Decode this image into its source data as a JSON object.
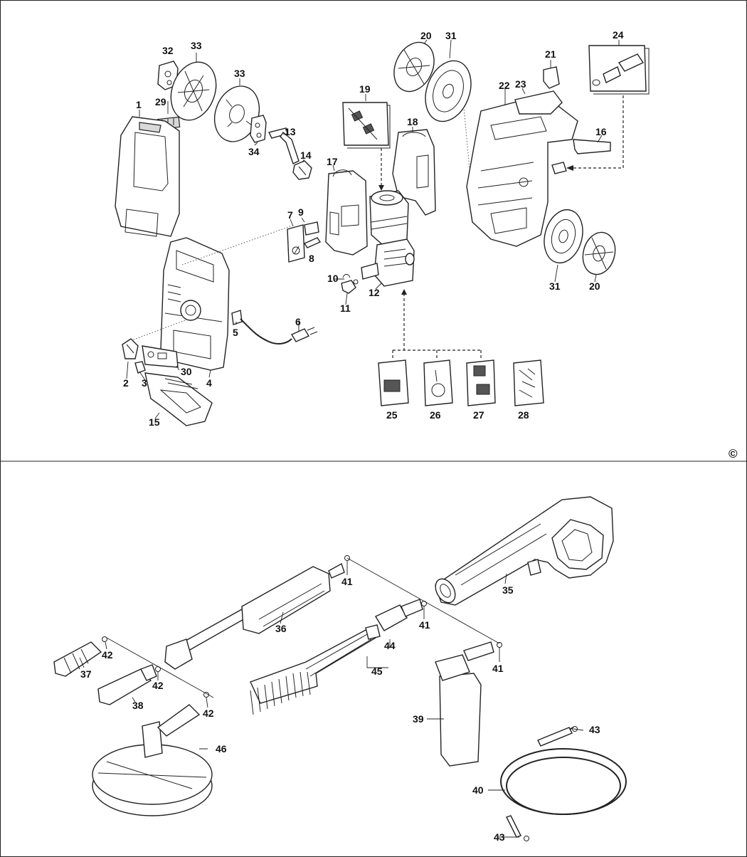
{
  "copyright_symbol": "©",
  "upper_labels": {
    "p1": "1",
    "p2": "2",
    "p3": "3",
    "p4": "4",
    "p5": "5",
    "p6": "6",
    "p7": "7",
    "p8": "8",
    "p9": "9",
    "p10": "10",
    "p11": "11",
    "p12": "12",
    "p13": "13",
    "p14": "14",
    "p15": "15",
    "p16": "16",
    "p17": "17",
    "p18": "18",
    "p19": "19",
    "p20a": "20",
    "p20b": "20",
    "p21": "21",
    "p22": "22",
    "p23": "23",
    "p24": "24",
    "p25": "25",
    "p26": "26",
    "p27": "27",
    "p28": "28",
    "p29": "29",
    "p30": "30",
    "p31a": "31",
    "p31b": "31",
    "p32": "32",
    "p33a": "33",
    "p33b": "33",
    "p34": "34"
  },
  "lower_labels": {
    "p35": "35",
    "p36": "36",
    "p37": "37",
    "p38": "38",
    "p39": "39",
    "p40": "40",
    "p41a": "41",
    "p41b": "41",
    "p41c": "41",
    "p42a": "42",
    "p42b": "42",
    "p42c": "42",
    "p43a": "43",
    "p43b": "43",
    "p44": "44",
    "p45": "45",
    "p46": "46"
  }
}
